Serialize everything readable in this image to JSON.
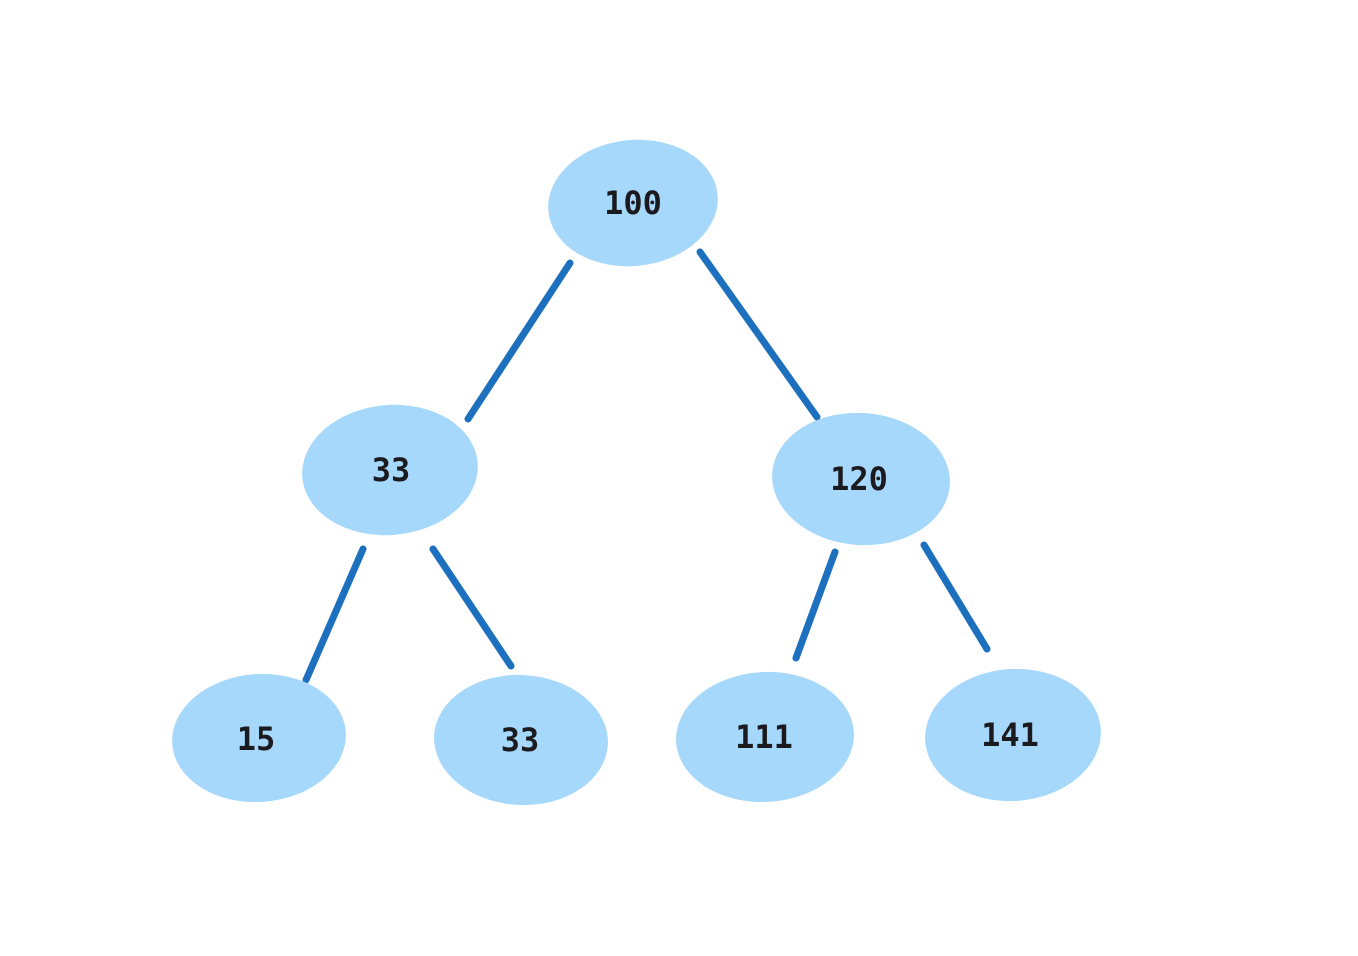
{
  "colors": {
    "node_fill": "#a6d8fb",
    "edge_stroke": "#1d70bd",
    "label_color": "#1b1b1f"
  },
  "tree": {
    "nodes": [
      {
        "id": "n-root",
        "label": "100"
      },
      {
        "id": "n-left",
        "label": "33"
      },
      {
        "id": "n-right",
        "label": "120"
      },
      {
        "id": "n-left-left",
        "label": "15"
      },
      {
        "id": "n-left-right",
        "label": "33"
      },
      {
        "id": "n-right-left",
        "label": "111"
      },
      {
        "id": "n-right-right",
        "label": "141"
      }
    ],
    "edges": [
      {
        "from": "n-root",
        "to": "n-left"
      },
      {
        "from": "n-root",
        "to": "n-right"
      },
      {
        "from": "n-left",
        "to": "n-left-left"
      },
      {
        "from": "n-left",
        "to": "n-left-right"
      },
      {
        "from": "n-right",
        "to": "n-right-left"
      },
      {
        "from": "n-right",
        "to": "n-right-right"
      }
    ]
  }
}
